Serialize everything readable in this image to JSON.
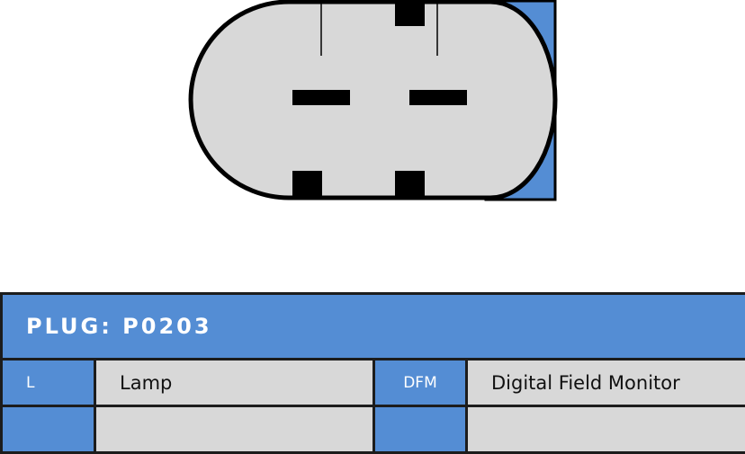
{
  "plug": {
    "title": "PLUG: P0203"
  },
  "pins": [
    {
      "code": "L",
      "description": "Lamp"
    },
    {
      "code": "DFM",
      "description": "Digital Field Monitor"
    },
    {
      "code": "",
      "description": ""
    },
    {
      "code": "",
      "description": ""
    }
  ],
  "colors": {
    "accent": "#548dd4",
    "body": "#d8d8d8",
    "outline": "#000000"
  }
}
